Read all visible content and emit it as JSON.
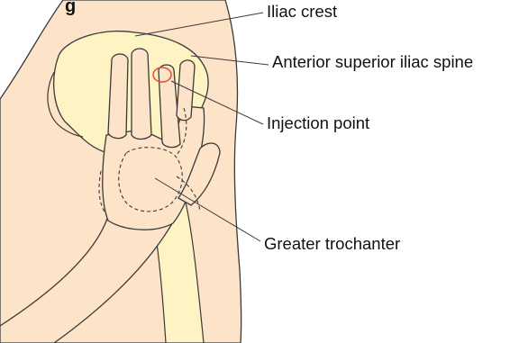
{
  "diagram": {
    "title_fragment": "g",
    "labels": {
      "iliac_crest": "Iliac crest",
      "asis": "Anterior superior iliac spine",
      "injection_point": "Injection point",
      "greater_trochanter": "Greater trochanter"
    },
    "colors": {
      "skin": "#fde3c8",
      "bone": "#fdf3c3",
      "outline": "#3a3a3a",
      "injection_mark": "#e84a3a"
    }
  }
}
